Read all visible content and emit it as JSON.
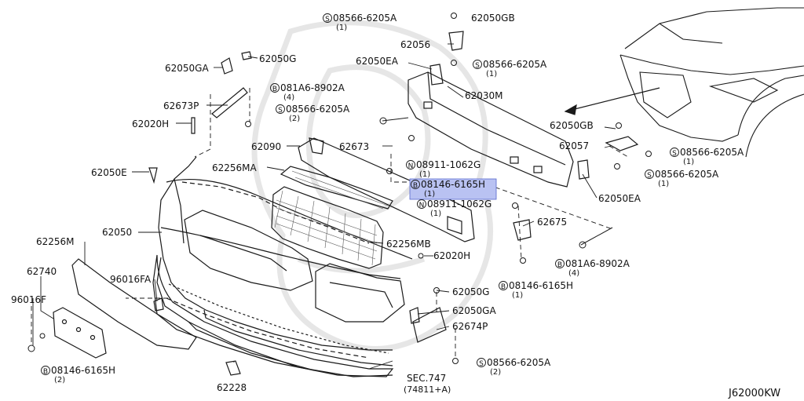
{
  "diagram_code": "J62000KW",
  "callouts": [
    {
      "id": "c-62050ga-top",
      "part": "62050GA"
    },
    {
      "id": "c-62050g-top",
      "part": "62050G"
    },
    {
      "id": "c-62673p",
      "part": "62673P"
    },
    {
      "id": "c-62020h-top",
      "part": "62020H"
    },
    {
      "id": "c-62050e",
      "part": "62050E"
    },
    {
      "id": "c-62256ma",
      "part": "62256MA"
    },
    {
      "id": "c-62090",
      "part": "62090"
    },
    {
      "id": "c-62673",
      "part": "62673"
    },
    {
      "id": "c-62050",
      "part": "62050"
    },
    {
      "id": "c-62256m",
      "part": "62256M"
    },
    {
      "id": "c-62740",
      "part": "62740"
    },
    {
      "id": "c-96016f",
      "part": "96016F"
    },
    {
      "id": "c-96016fa",
      "part": "96016FA"
    },
    {
      "id": "c-62228",
      "part": "62228"
    },
    {
      "id": "c-62256mb",
      "part": "62256MB"
    },
    {
      "id": "c-62020h-mid",
      "part": "62020H"
    },
    {
      "id": "c-62050g-mid",
      "part": "62050G"
    },
    {
      "id": "c-62050ga-mid",
      "part": "62050GA"
    },
    {
      "id": "c-62674p",
      "part": "62674P"
    },
    {
      "id": "c-62056",
      "part": "62056"
    },
    {
      "id": "c-62050gb-top",
      "part": "62050GB"
    },
    {
      "id": "c-62050ea-top",
      "part": "62050EA"
    },
    {
      "id": "c-62030m",
      "part": "62030M"
    },
    {
      "id": "c-62050gb-right",
      "part": "62050GB"
    },
    {
      "id": "c-62057",
      "part": "62057"
    },
    {
      "id": "c-62050ea-right",
      "part": "62050EA"
    },
    {
      "id": "c-62675",
      "part": "62675"
    }
  ],
  "fasteners": [
    {
      "id": "f1",
      "prefix": "S",
      "part": "08566-6205A",
      "qty": "(1)"
    },
    {
      "id": "f2",
      "prefix": "S",
      "part": "08566-6205A",
      "qty": "(1)"
    },
    {
      "id": "f3",
      "prefix": "B",
      "part": "081A6-8902A",
      "qty": "(4)"
    },
    {
      "id": "f4",
      "prefix": "S",
      "part": "08566-6205A",
      "qty": "(2)"
    },
    {
      "id": "f5",
      "prefix": "N",
      "part": "08911-1062G",
      "qty": "(1)"
    },
    {
      "id": "f6",
      "prefix": "B",
      "part": "08146-6165H",
      "qty": "(1)",
      "highlight": true
    },
    {
      "id": "f7",
      "prefix": "N",
      "part": "08911-1062G",
      "qty": "(1)"
    },
    {
      "id": "f8",
      "prefix": "S",
      "part": "08566-6205A",
      "qty": "(1)"
    },
    {
      "id": "f9",
      "prefix": "S",
      "part": "08566-6205A",
      "qty": "(1)"
    },
    {
      "id": "f10",
      "prefix": "B",
      "part": "081A6-8902A",
      "qty": "(4)"
    },
    {
      "id": "f11",
      "prefix": "B",
      "part": "08146-6165H",
      "qty": "(1)"
    },
    {
      "id": "f12",
      "prefix": "S",
      "part": "08566-6205A",
      "qty": "(2)"
    },
    {
      "id": "f13",
      "prefix": "B",
      "part": "08146-6165H",
      "qty": "(2)"
    }
  ],
  "section_ref": {
    "label": "SEC.747",
    "sub": "(74811+A)"
  },
  "colors": {
    "line": "#1a1a1a",
    "highlight": "#b9c2f2",
    "highlight_border": "#5566cc",
    "watermark": "#e4e4e4"
  }
}
